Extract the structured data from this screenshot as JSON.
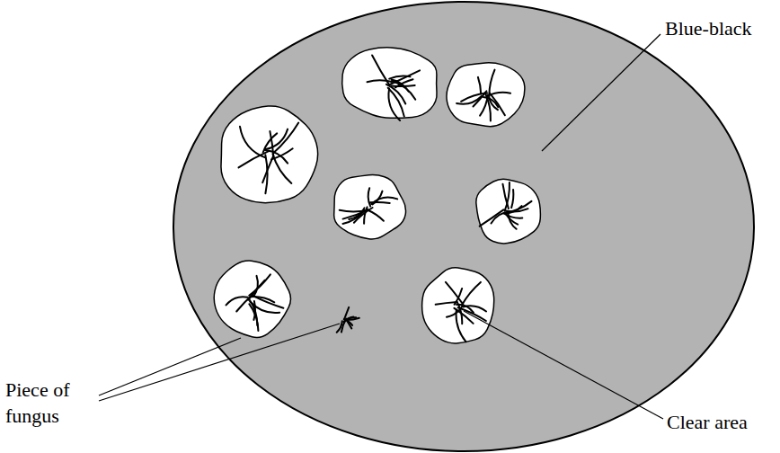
{
  "diagram": {
    "labels": [
      "Blue-black",
      "Piece of fungus",
      "Clear area"
    ]
  }
}
